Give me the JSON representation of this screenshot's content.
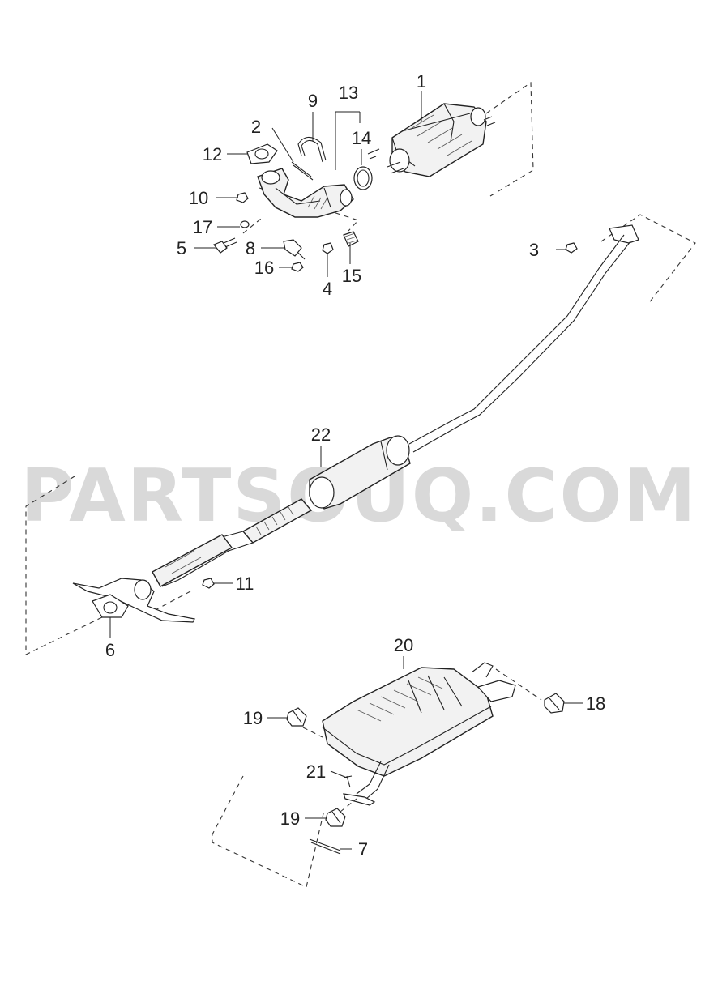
{
  "watermark": "PARTSOUQ.COM",
  "callouts": {
    "c1": "1",
    "c2": "2",
    "c3": "3",
    "c4": "4",
    "c5": "5",
    "c6": "6",
    "c7": "7",
    "c8": "8",
    "c9": "9",
    "c10": "10",
    "c11": "11",
    "c12": "12",
    "c13": "13",
    "c14": "14",
    "c15": "15",
    "c16": "16",
    "c17": "17",
    "c18": "18",
    "c19a": "19",
    "c19b": "19",
    "c20": "20",
    "c21": "21",
    "c22": "22"
  }
}
